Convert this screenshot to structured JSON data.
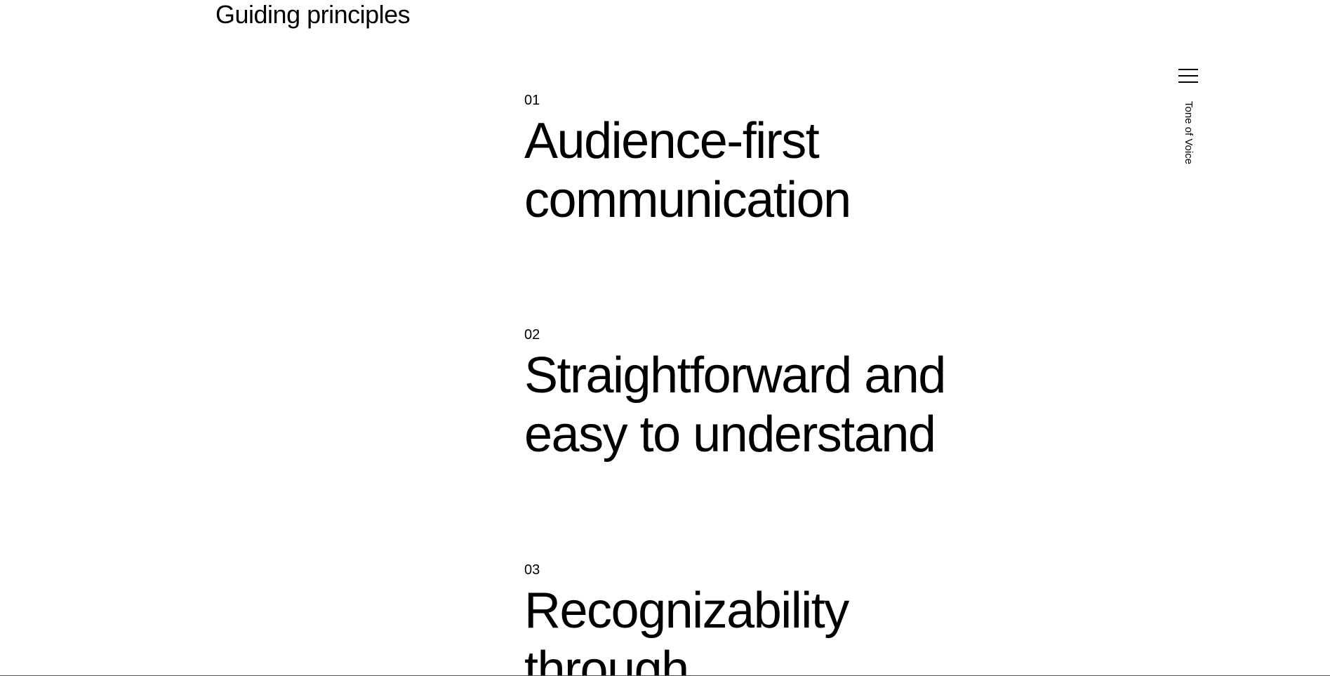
{
  "section": {
    "title": "Guiding principles"
  },
  "principles": [
    {
      "number": "01",
      "heading_line1": "Audience-first",
      "heading_line2": "communication"
    },
    {
      "number": "02",
      "heading_line1": "Straightforward and",
      "heading_line2": "easy to understand"
    },
    {
      "number": "03",
      "heading_line1": "Recognizability",
      "heading_line2": "through"
    }
  ],
  "nav": {
    "menu_icon": "hamburger-icon",
    "current_page_label": "Tone of Voice"
  },
  "colors": {
    "background": "#ffffff",
    "text": "#000000"
  }
}
